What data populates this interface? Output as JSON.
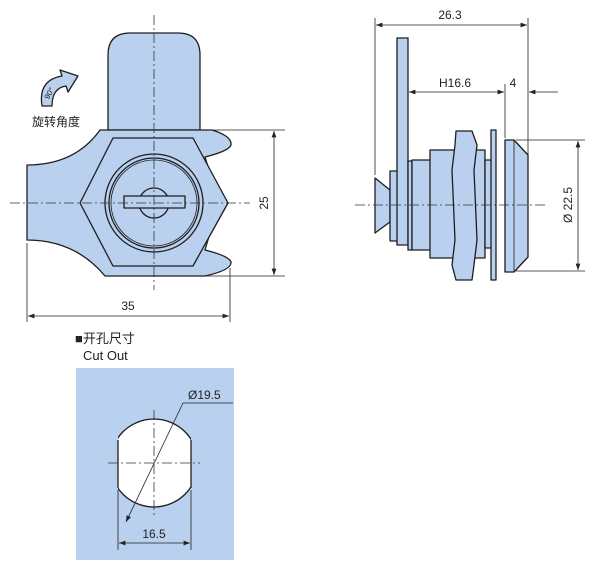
{
  "front_view": {
    "rotation_angle": "90°",
    "rotation_label": "旋转角度",
    "dim_height": "25",
    "dim_width": "35"
  },
  "side_view": {
    "dim_overall_length": "26.3",
    "dim_grip": "H16.6",
    "dim_flange": "4",
    "dim_flange_diameter": "Ø 22.5"
  },
  "cutout": {
    "title_cn": "■开孔尺寸",
    "title_en": "Cut Out",
    "dim_diameter": "Ø19.5",
    "dim_flat_width": "16.5"
  },
  "colors": {
    "part_fill": "#b9d0ee",
    "line": "#1e1e1e"
  }
}
